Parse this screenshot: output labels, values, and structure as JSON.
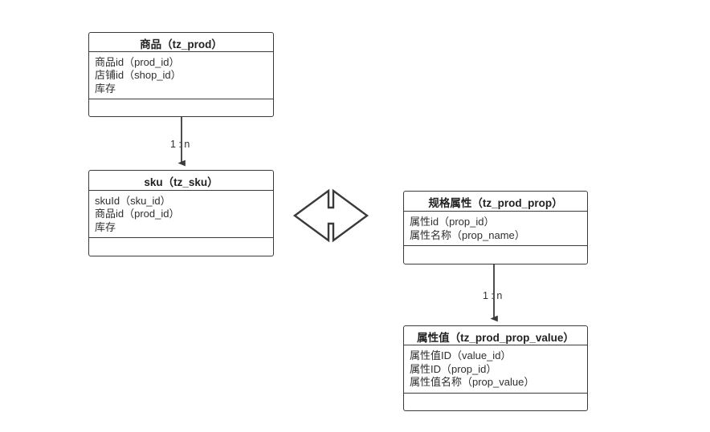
{
  "diagram": {
    "type": "entity-relationship-diagram",
    "background_color": "#ffffff",
    "line_color": "#3a3a3a",
    "text_color": "#2f2f2f"
  },
  "entities": [
    {
      "id": "tz_prod",
      "title": "商品（tz_prod）",
      "fields": [
        "商品id（prod_id）",
        "店铺id（shop_id）",
        "库存"
      ],
      "footer": ""
    },
    {
      "id": "tz_sku",
      "title": "sku（tz_sku）",
      "fields": [
        "skuId（sku_id）",
        "商品id（prod_id）",
        "库存"
      ],
      "footer": ""
    },
    {
      "id": "tz_prod_prop",
      "title": "规格属性（tz_prod_prop）",
      "fields": [
        "属性id（prop_id）",
        "属性名称（prop_name）"
      ],
      "footer": ""
    },
    {
      "id": "tz_prod_prop_value",
      "title": "属性值（tz_prod_prop_value）",
      "fields": [
        "属性值ID（value_id）",
        "属性ID（prop_id）",
        "属性值名称（prop_value）"
      ],
      "footer": ""
    }
  ],
  "relationships": [
    {
      "id": "prod-to-sku",
      "from": "tz_prod",
      "to": "tz_sku",
      "cardinality": "1 : n"
    },
    {
      "id": "prop-to-prop-value",
      "from": "tz_prod_prop",
      "to": "tz_prod_prop_value",
      "cardinality": "1 : n"
    }
  ],
  "connectors": [
    {
      "id": "sku-to-prop",
      "icon": "double-headed-arrow-icon",
      "direction": "left-right"
    }
  ]
}
